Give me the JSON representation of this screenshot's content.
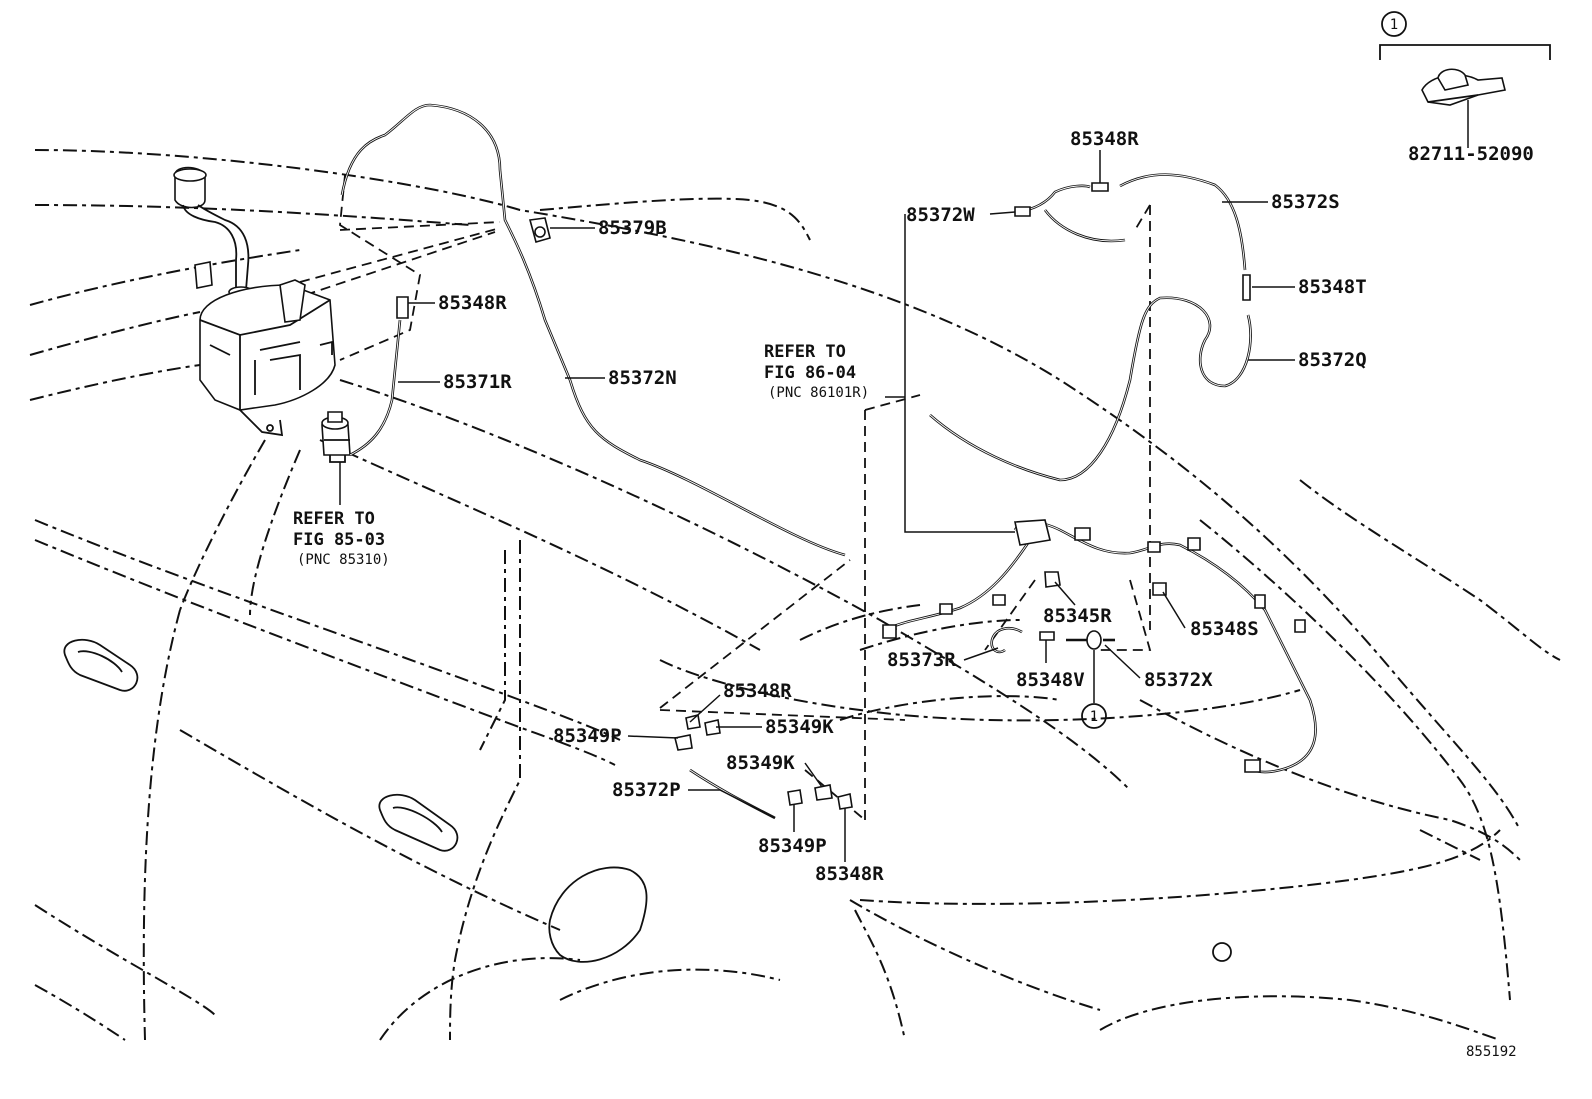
{
  "diagram": {
    "callouts": {
      "c_82711": "82711-52090",
      "c_85348R_top": "85348R",
      "c_85372W": "85372W",
      "c_85372S": "85372S",
      "c_85348T": "85348T",
      "c_85372Q": "85372Q",
      "c_85379B": "85379B",
      "c_85348R_left": "85348R",
      "c_85371R": "85371R",
      "c_85372N": "85372N",
      "c_85345R": "85345R",
      "c_85348S": "85348S",
      "c_85373R": "85373R",
      "c_85348V": "85348V",
      "c_85372X": "85372X",
      "c_85348R_mid": "85348R",
      "c_85349K_1": "85349K",
      "c_85349P_1": "85349P",
      "c_85349K_2": "85349K",
      "c_85372P": "85372P",
      "c_85349P_2": "85349P",
      "c_85348R_bottom": "85348R"
    },
    "references": {
      "ref_86": {
        "line1": "REFER TO",
        "line2": "FIG 86-04",
        "line3": "(PNC 86101R)"
      },
      "ref_85": {
        "line1": "REFER TO",
        "line2": "FIG 85-03",
        "line3": "(PNC 85310)"
      }
    },
    "markers": {
      "circle_1": "1"
    },
    "figure_number": "855192"
  }
}
